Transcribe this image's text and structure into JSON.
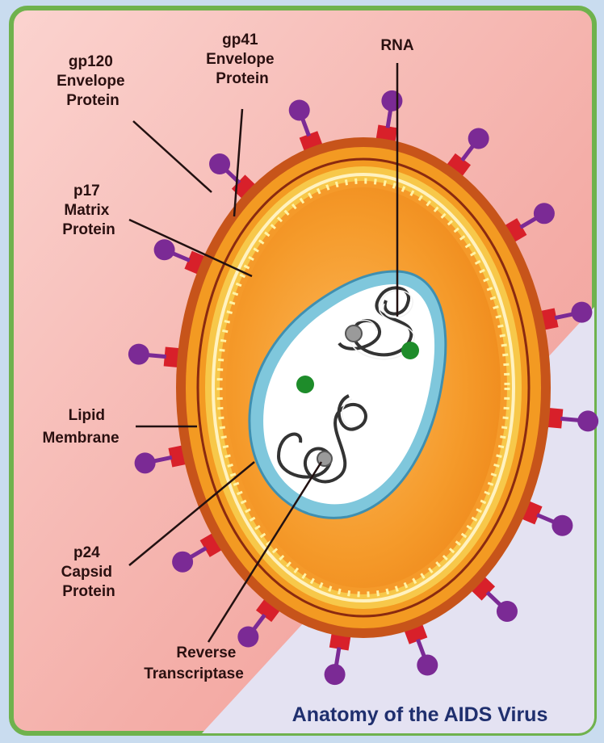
{
  "labels": {
    "gp120": [
      "gp120",
      "Envelope",
      "Protein"
    ],
    "gp41": [
      "gp41",
      "Envelope",
      "Protein"
    ],
    "rna": [
      "RNA"
    ],
    "p17": [
      "p17",
      "Matrix",
      "Protein"
    ],
    "lipid": [
      "Lipid",
      "Membrane"
    ],
    "p24": [
      "p24",
      "Capsid",
      "Protein"
    ],
    "rt": [
      "Reverse",
      "Transcriptase"
    ]
  },
  "title": "Anatomy of the AIDS Virus",
  "colors": {
    "background": "#c9dcef",
    "panel_pink": "#f6b8b2",
    "panel_lavender": "#e4e2f2",
    "outer_ring": "#c7541a",
    "envelope_orange": "#f39a22",
    "matrix_yellow": "#f7c84a",
    "core_orange": "#f49a28",
    "capsid_cyan": "#7fc7dc",
    "knob_purple": "#7b2a95",
    "stalk_red": "#d8202a",
    "enzyme_green": "#1e8c2a",
    "frame_green": "#6fb24d"
  }
}
